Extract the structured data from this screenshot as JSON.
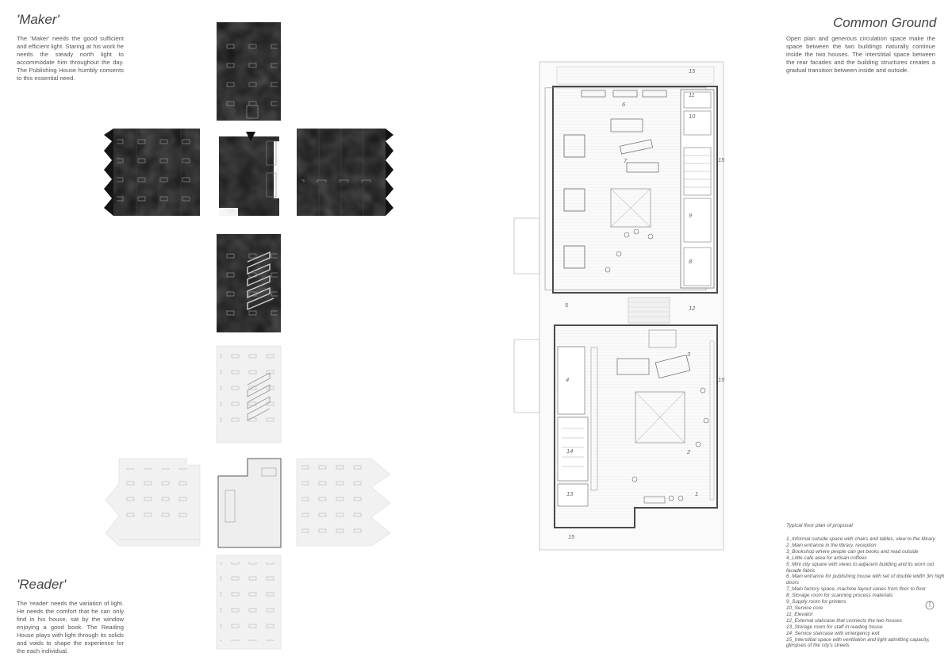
{
  "maker": {
    "title": "'Maker'",
    "text": "The 'Maker' needs the good sufficient and efficient light. Staring at his work he needs the steady north light to accommodate him throughout the day. The Publishing House humbly consents to this essential need."
  },
  "reader": {
    "title": "'Reader'",
    "text": "The 'reader' needs the variation of light. He needs the comfort that he can only find in his house, sat by the window enjoying a good book. The Reading House plays with light through its solids and voids to shape the experience for the each individual."
  },
  "common": {
    "title": "Common Ground",
    "text": "Open plan and generous circulation space make the space between the two buildings naturally continue inside the two houses. The interstitial space between the rear facades and the building structures creates a gradual transition between inside and outside."
  },
  "plan_labels": {
    "l1": "1",
    "l2": "2",
    "l3": "3",
    "l4": "4",
    "l5": "5",
    "l6": "6",
    "l7": "7",
    "l8": "8",
    "l9": "9",
    "l10": "10",
    "l11": "11",
    "l12": "12",
    "l13": "13",
    "l14": "14",
    "l15a": "15",
    "l15b": "15",
    "l15c": "15",
    "l15d": "15"
  },
  "legend": {
    "title": "Typical floor plan of proposal",
    "items": [
      "1_Informal outside space with chairs and tables, view to the library",
      "2_Main entrance in the library, reception",
      "3_Bookshop where people can get books and read outside",
      "4_Little cafe area for artisan coffees",
      "5_Mini city square with views to adjacent building and its worn out facade fabric",
      "6_Main entrance for publishing house with set of double width 3m high doors",
      "7_Main factory space, machine layout varies from floor to floor",
      "8_Storage room for scanning process materials",
      "9_Supply room for printers",
      "10_Service core",
      "11_Elevator",
      "12_External staircase that connects the two houses",
      "13_Storage room for staff in reading house",
      "14_Service staircase with emergency exit",
      "15_Interstitial space with ventilation and light admitting capacity, glimpses of the city's streets"
    ]
  }
}
